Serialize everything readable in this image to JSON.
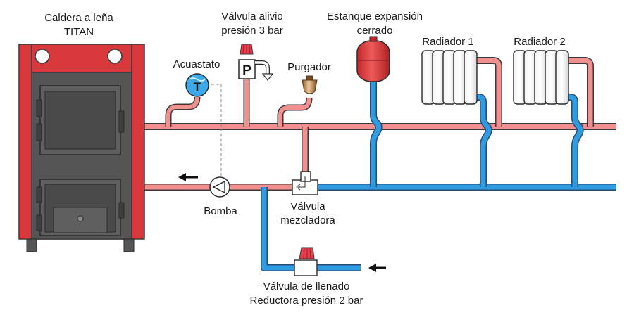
{
  "labels": {
    "boiler": [
      "Caldera a leña",
      "TITAN"
    ],
    "relief_valve": [
      "Válvula alivio",
      "presión 3 bar"
    ],
    "expansion_tank": [
      "Estanque expansión",
      "cerrado"
    ],
    "radiator_1": "Radiador 1",
    "radiator_2": "Radiador 2",
    "aquastat": "Acuastato",
    "purger": "Purgador",
    "pump": "Bomba",
    "mixing_valve": [
      "Válvula",
      "mezcladora"
    ],
    "fill_valve": [
      "Válvula de llenado",
      "Reductora presión 2 bar"
    ]
  },
  "symbols": {
    "aquastat_letter": "T",
    "relief_letter": "P"
  },
  "colors": {
    "boiler_red": "#d8383c",
    "boiler_body": "#555555",
    "hot_pipe": "#f28f8f",
    "cold_pipe": "#2f9be0",
    "tank_red": "#e0393c",
    "valve_red": "#e83f4f",
    "aquastat_blue": "#3ba9ea"
  },
  "icons": [
    "flow-direction-arrow-icon",
    "makeup-water-inlet-arrow-icon",
    "relief-discharge-arrow-icon"
  ]
}
